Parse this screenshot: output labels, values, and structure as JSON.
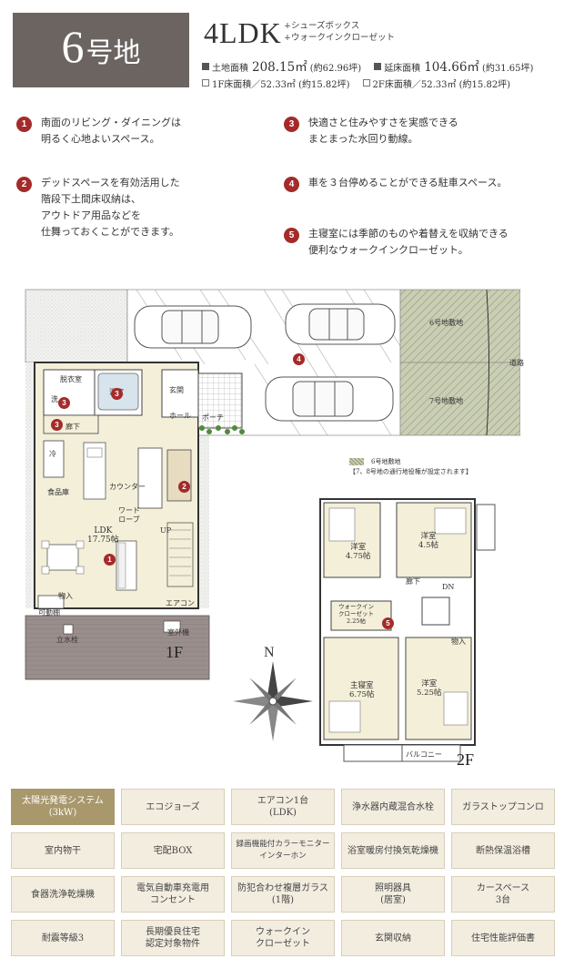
{
  "header": {
    "lot_number": "6",
    "lot_suffix": "号地",
    "layout_type": "4LDK",
    "layout_notes": [
      "+シューズボックス",
      "+ウォークインクローゼット"
    ]
  },
  "specs": {
    "land_area_label": "土地面積",
    "land_area_value": "208.15㎡",
    "land_area_tsubo": "(約62.96坪)",
    "floor_area_label": "延床面積",
    "floor_area_value": "104.66㎡",
    "floor_area_tsubo": "(約31.65坪)",
    "floor1_text": "1F床面積／52.33㎡ (約15.82坪)",
    "floor2_text": "2F床面積／52.33㎡ (約15.82坪)"
  },
  "features": [
    {
      "num": "1",
      "text": "南面のリビング・ダイニングは\n明るく心地よいスペース。"
    },
    {
      "num": "2",
      "text": "デッドスペースを有効活用した\n階段下土間床収納は、\nアウトドア用品などを\n仕舞っておくことができます。"
    },
    {
      "num": "3",
      "text": "快適さと住みやすさを実感できる\nまとまった水回り動線。"
    },
    {
      "num": "4",
      "text": "車を３台停めることができる駐車スペース。"
    },
    {
      "num": "5",
      "text": "主寝室には季節のものや着替えを収納できる\n便利なウォークインクローゼット。"
    }
  ],
  "plan_1f": {
    "floor_label": "1F",
    "rooms": {
      "ldk": "LDK\n17.75帖",
      "laundry": "洗",
      "dressing": "脱衣室",
      "bath": "浴室",
      "hall": "廊下",
      "entrance": "玄関",
      "porch": "ポーチ",
      "entry_hall": "ホール",
      "fridge": "冷",
      "pantry": "食品庫",
      "counter": "カウンター",
      "wardrobe": "ワード\nローブ",
      "storage": "物入",
      "ac": "エアコン",
      "outdoor_unit": "室外機",
      "faucet": "立水栓",
      "movable_shelf": "可動棚",
      "up": "UP"
    }
  },
  "plan_2f": {
    "floor_label": "2F",
    "rooms": {
      "west_room": "洋室\n4.75帖",
      "north_room": "洋室\n4.5帖",
      "hall": "廊下",
      "wic": "ウォークイン\nクローゼット\n2.25帖",
      "master": "主寝室\n6.75帖",
      "east_room": "洋室\n5.25帖",
      "balcony": "バルコニー",
      "dn": "DN",
      "storage": "物入"
    }
  },
  "site": {
    "lot6_label": "6号地敷地",
    "lot7_label": "7号地敷地",
    "road_label": "道路",
    "legend_text": "6号地敷地",
    "legend_note": "【7、8号地の通行地役権が設定されます】",
    "north_label": "N"
  },
  "equipment": [
    {
      "label": "太陽光発電システム\n(3kW)",
      "highlight": true
    },
    {
      "label": "エコジョーズ",
      "highlight": false
    },
    {
      "label": "エアコン1台\n(LDK)",
      "highlight": false
    },
    {
      "label": "浄水器内蔵混合水栓",
      "highlight": false
    },
    {
      "label": "ガラストップコンロ",
      "highlight": false
    },
    {
      "label": "室内物干",
      "highlight": false
    },
    {
      "label": "宅配BOX",
      "highlight": false
    },
    {
      "label": "録画機能付カラーモニター\nインターホン",
      "highlight": false
    },
    {
      "label": "浴室暖房付換気乾燥機",
      "highlight": false
    },
    {
      "label": "断熱保温浴槽",
      "highlight": false
    },
    {
      "label": "食器洗浄乾燥機",
      "highlight": false
    },
    {
      "label": "電気自動車充電用\nコンセント",
      "highlight": false
    },
    {
      "label": "防犯合わせ複層ガラス\n(1階)",
      "highlight": false
    },
    {
      "label": "照明器具\n(居室)",
      "highlight": false
    },
    {
      "label": "カースペース\n3台",
      "highlight": false
    },
    {
      "label": "耐震等級3",
      "highlight": false
    },
    {
      "label": "長期優良住宅\n認定対象物件",
      "highlight": false
    },
    {
      "label": "ウォークイン\nクローゼット",
      "highlight": false
    },
    {
      "label": "玄関収納",
      "highlight": false
    },
    {
      "label": "住宅性能評価書",
      "highlight": false
    }
  ],
  "colors": {
    "header_box": "#6b6461",
    "accent_red": "#a52a2a",
    "equip_bg": "#f3ede0",
    "equip_highlight": "#a9986c",
    "floor_tint": "#f4efd9"
  }
}
